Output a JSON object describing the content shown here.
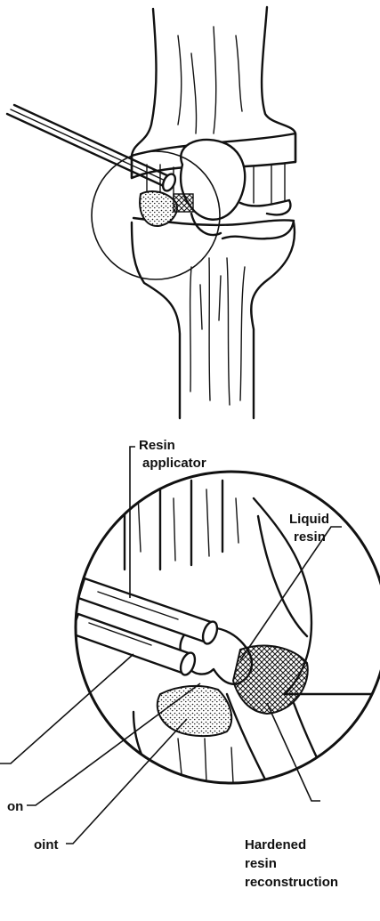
{
  "labels": {
    "resin_applicator_1": "Resin",
    "resin_applicator_2": "applicator",
    "liquid_resin_1": "Liquid",
    "liquid_resin_2": "resin",
    "hardened_1": "Hardened",
    "hardened_2": "resin",
    "hardened_3": "reconstruction",
    "clipped_left_1": "on",
    "clipped_left_2": "oint"
  }
}
